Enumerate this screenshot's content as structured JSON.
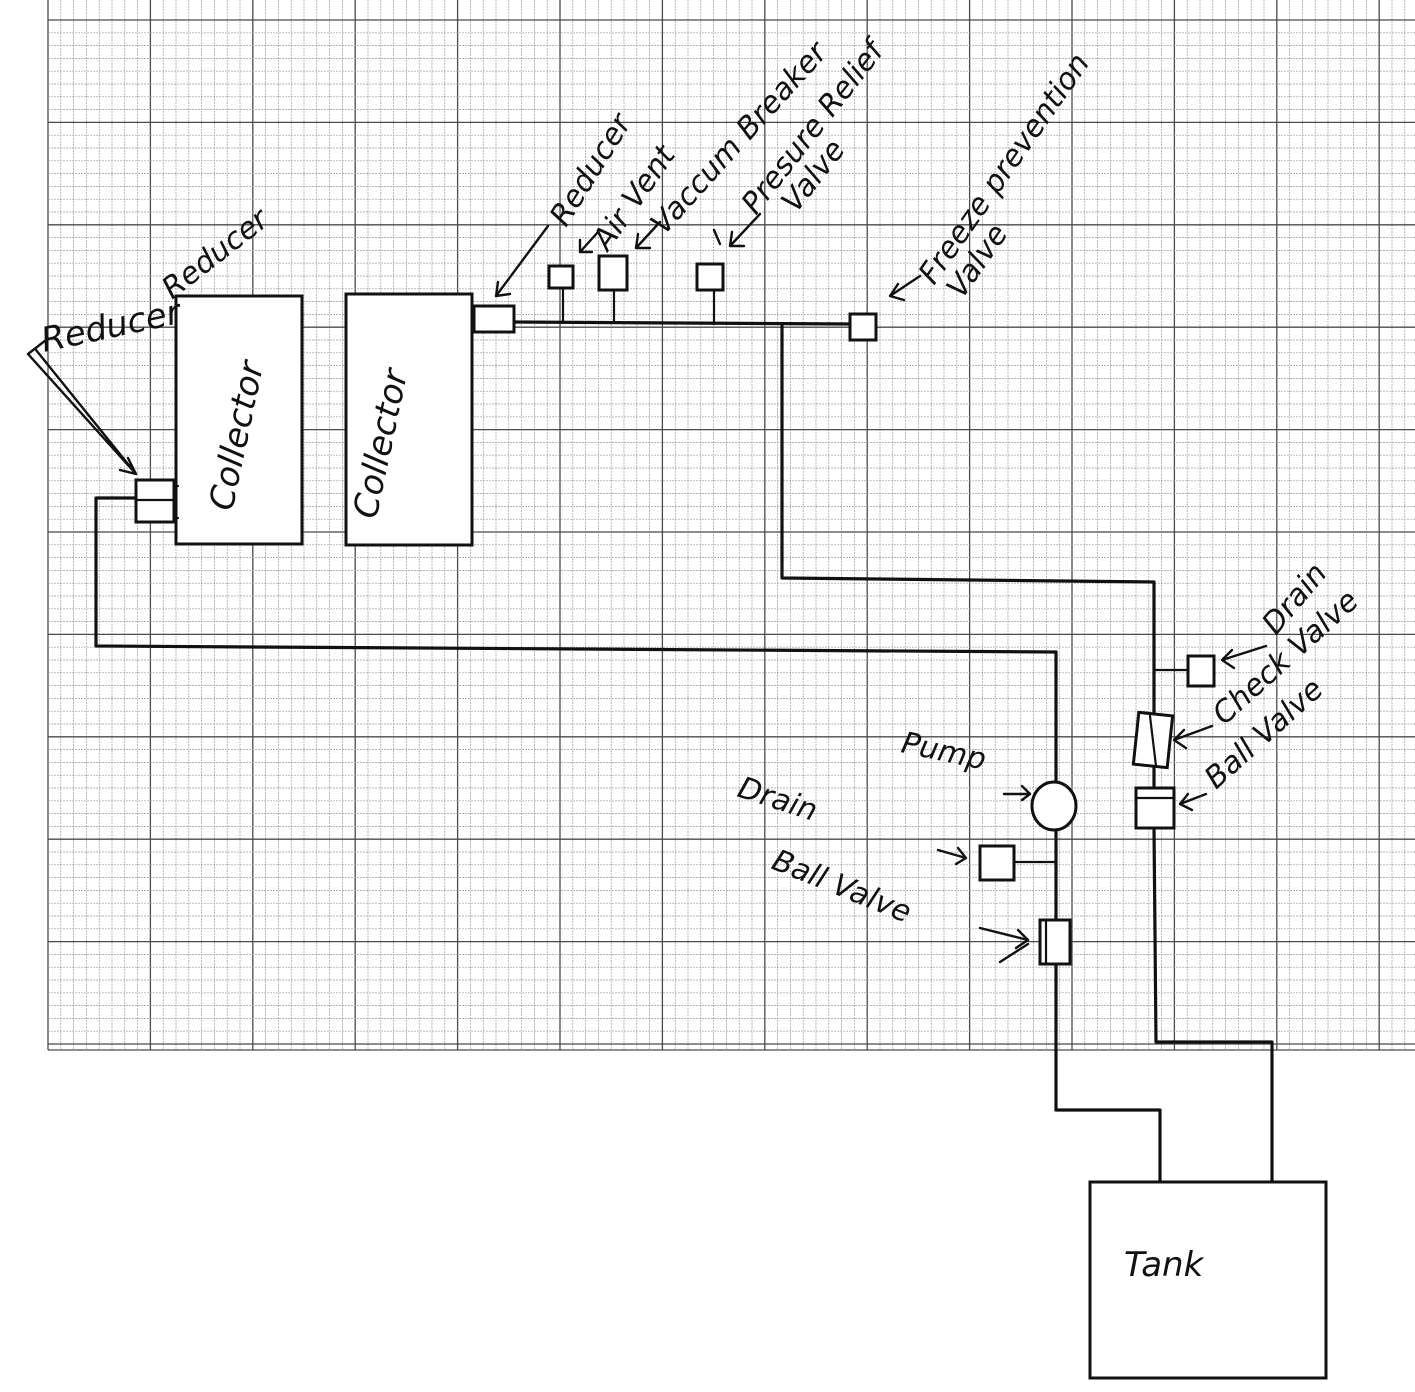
{
  "labels": {
    "collector_left": "Collector",
    "collector_right": "Collector",
    "reducer_left_top": "Reducer",
    "reducer_left_side": "Reducer",
    "reducer_right": "Reducer",
    "air_vent": "Air Vent",
    "vacuum_breaker": "Vaccum Breaker",
    "pressure_relief": "Presure Relief",
    "pressure_relief_line2": "Valve",
    "freeze_prevention": "Freeze prevention",
    "freeze_prevention_line2": "Valve",
    "drain_right": "Drain",
    "check_valve": "Check Valve",
    "ball_valve_right": "Ball Valve",
    "pump": "Pump",
    "drain_left": "Drain",
    "ball_valve_left": "Ball Valve",
    "tank": "Tank"
  },
  "colors": {
    "ink": "#111111",
    "grid_minor": "#9a9a9a",
    "grid_major": "#4a4a4a",
    "paper": "#ffffff"
  }
}
